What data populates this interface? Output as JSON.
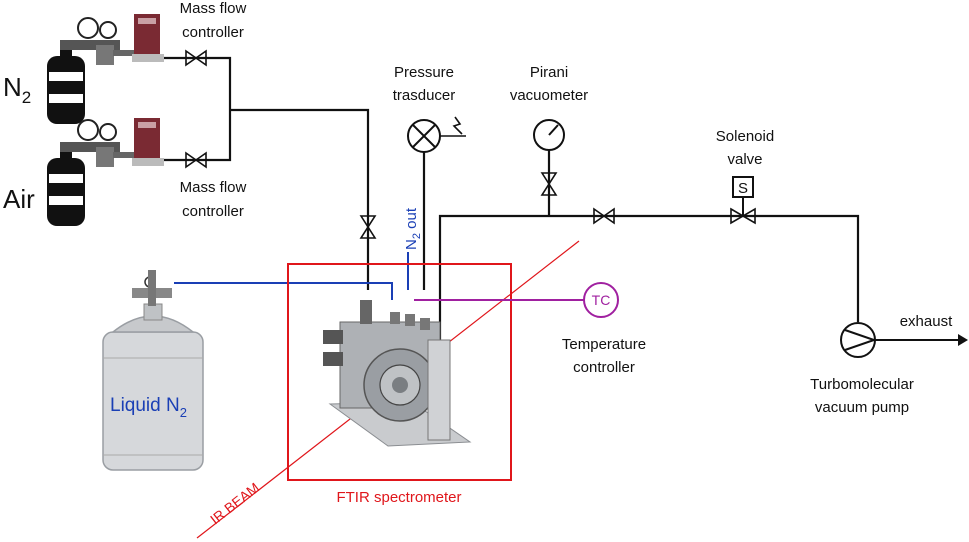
{
  "labels": {
    "gas_n2_base": "N",
    "gas_n2_sub": "2",
    "gas_air": "Air",
    "mfc_top_line1": "Mass flow",
    "mfc_top_line2": "controller",
    "mfc_bottom_line1": "Mass flow",
    "mfc_bottom_line2": "controller",
    "pressure_line1": "Pressure",
    "pressure_line2": "trasducer",
    "pirani_line1": "Pirani",
    "pirani_line2": "vacuometer",
    "solenoid_line1": "Solenoid",
    "solenoid_line2": "valve",
    "solenoid_symbol": "S",
    "n2out_base": "N",
    "n2out_sub": "2",
    "n2out_rest": " out",
    "tc_symbol": "TC",
    "temp_line1": "Temperature",
    "temp_line2": "controller",
    "liquid_n2_base": "Liquid N",
    "liquid_n2_sub": "2",
    "ftir": "FTIR spectrometer",
    "ir_beam": "IR BEAM",
    "exhaust": "exhaust",
    "pump_line1": "Turbomolecular",
    "pump_line2": "vacuum pump"
  },
  "colors": {
    "ftir_box": "#e0161b",
    "ir_beam": "#e0161b",
    "n2_line": "#1a3fb5",
    "tc_line": "#a020a0",
    "pipe": "#111111",
    "mfc_body": "#7a2a33"
  },
  "icons": [
    "gas-cylinder-icon",
    "pressure-regulator-icon",
    "mass-flow-controller-icon",
    "valve-icon",
    "pressure-gauge-icon",
    "pump-icon",
    "dewar-icon",
    "ftir-cell-icon"
  ]
}
